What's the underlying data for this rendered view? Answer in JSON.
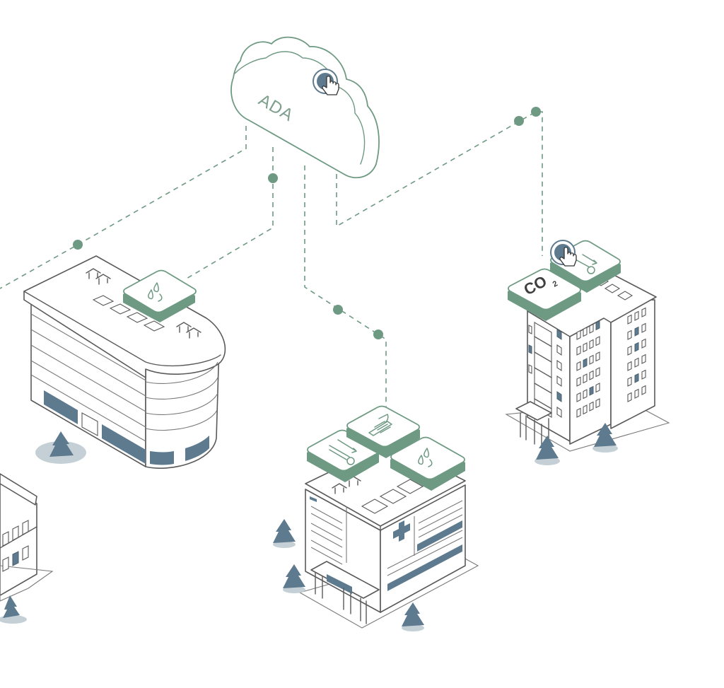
{
  "cloud": {
    "label": "ADA"
  },
  "tiles": {
    "co2_label": "CO",
    "co2_subscript": "2"
  },
  "colors": {
    "accent": "#6e9a83",
    "glass": "#5e7a8e",
    "outline": "#5a5a5a"
  },
  "icons": [
    "cloud-icon",
    "hand-pointer-icon",
    "water-drops-icon",
    "thermometer-icon",
    "pipe-insulation-icon",
    "co2-icon",
    "medical-cross-icon",
    "tree-icon"
  ]
}
